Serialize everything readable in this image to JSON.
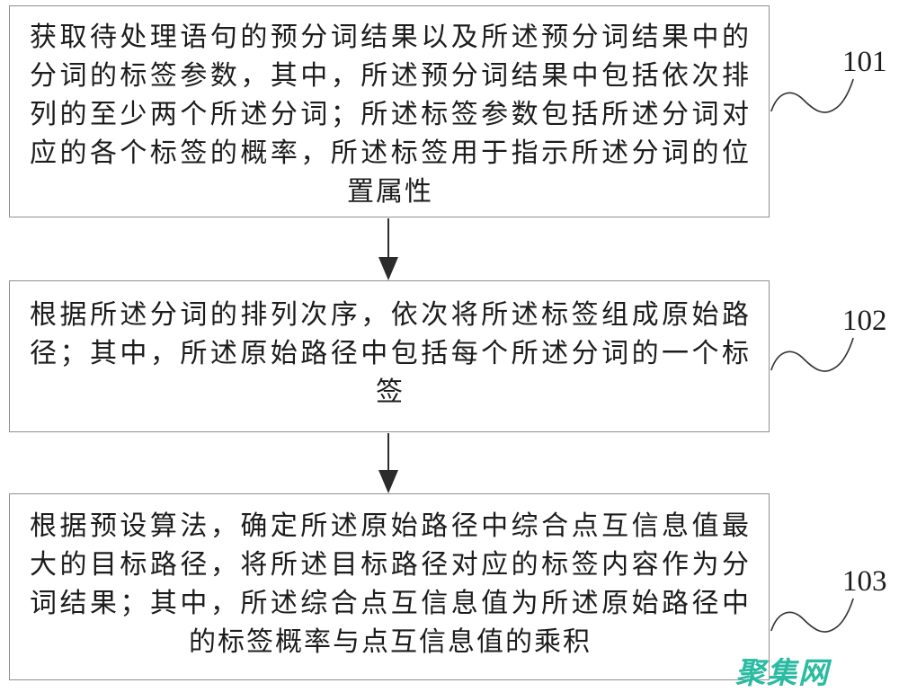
{
  "figure": {
    "background": "#ffffff",
    "border_color": "#8f8f8f",
    "text_color": "#1c1c1c",
    "arrow_color": "#2b2b2b",
    "watermark_color": "#2abba2"
  },
  "boxes": [
    {
      "ref": "101",
      "lines": [
        "获取待处理语句的预分词结果以及所述预分词结果中的",
        "分词的标签参数，其中，所述预分词结果中包括依次排",
        "列的至少两个所述分词；所述标签参数包括所述分词对",
        "应的各个标签的概率，所述标签用于指示所述分词的位",
        "置属性"
      ]
    },
    {
      "ref": "102",
      "lines": [
        "根据所述分词的排列次序，依次将所述标签组成原始路",
        "径；其中，所述原始路径中包括每个所述分词的一个标",
        "签"
      ]
    },
    {
      "ref": "103",
      "lines": [
        "根据预设算法，确定所述原始路径中综合点互信息值最",
        "大的目标路径，将所述目标路径对应的标签内容作为分",
        "词结果；其中，所述综合点互信息值为所述原始路径中",
        "的标签概率与点互信息值的乘积"
      ]
    }
  ],
  "watermark": {
    "text": "聚集网",
    "color": "#2abba2"
  }
}
